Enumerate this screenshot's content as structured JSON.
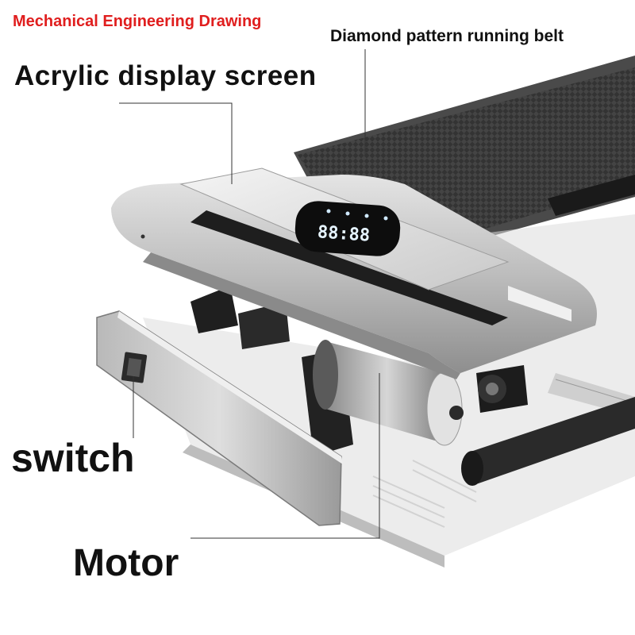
{
  "header": {
    "title": "Mechanical Engineering Drawing",
    "title_color": "#e01e1e"
  },
  "callouts": {
    "belt": "Diamond pattern running belt",
    "display": "Acrylic display screen",
    "switch": "switch",
    "motor": "Motor"
  },
  "display_readout": "88:88",
  "colors": {
    "label": "#111111",
    "leader_line": "#333333",
    "display_digits": "#e6f4ff"
  }
}
